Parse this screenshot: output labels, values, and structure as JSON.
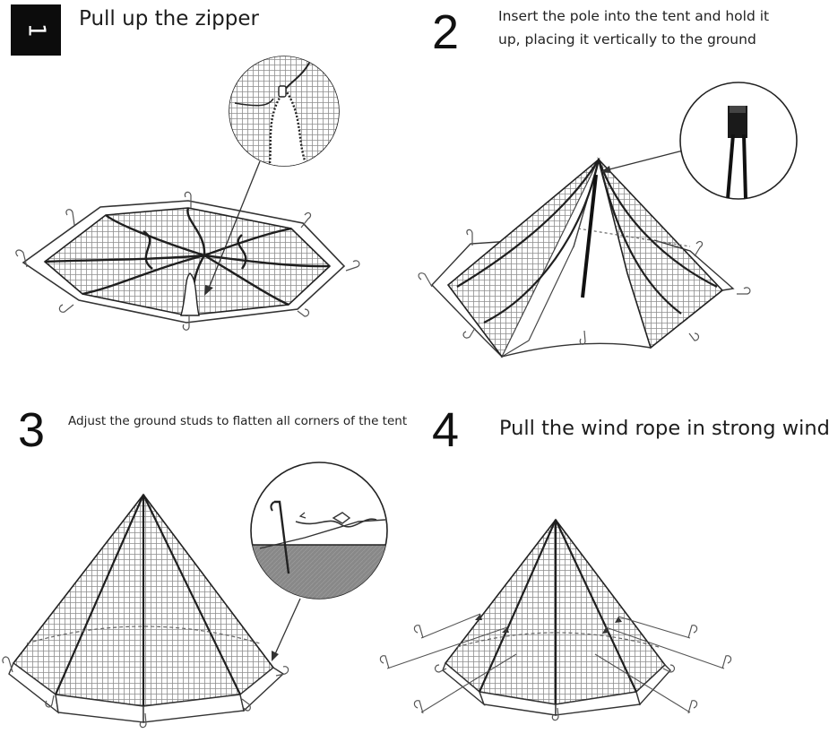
{
  "steps": [
    {
      "number": "1",
      "text": "Pull up the zipper"
    },
    {
      "number": "2",
      "text": "Insert the pole into the tent and hold it up, placing it vertically to the ground"
    },
    {
      "number": "3",
      "text": "Adjust the ground studs to flatten all corners of the tent"
    },
    {
      "number": "4",
      "text": "Pull the wind rope in strong winds"
    }
  ],
  "colors": {
    "ink": "#1a1a1a",
    "mesh": "#9a9a9a",
    "background": "#ffffff",
    "ground": "#8a8a8a"
  }
}
